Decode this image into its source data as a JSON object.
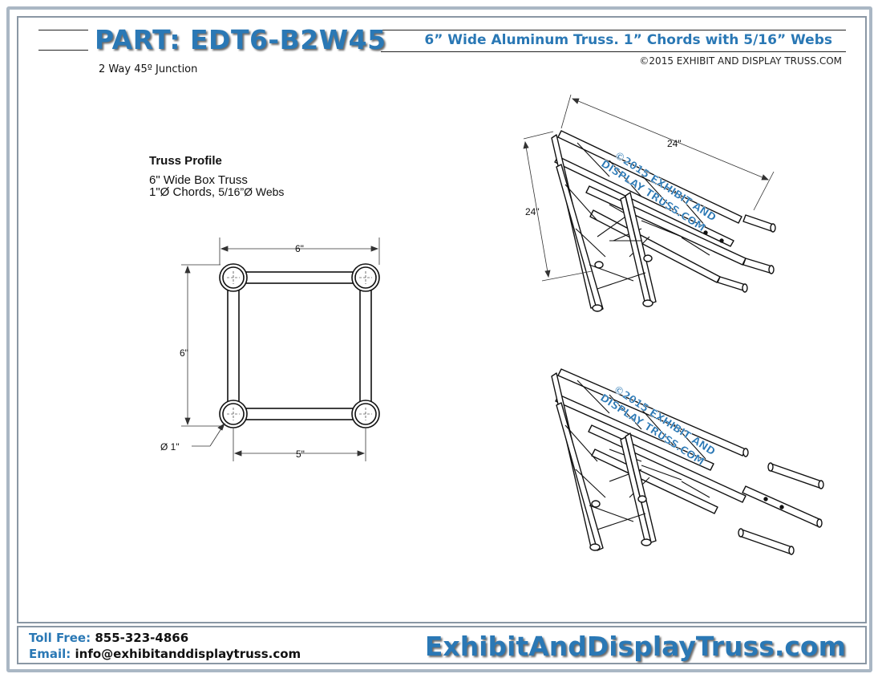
{
  "header": {
    "part_title": "PART: EDT6-B2W45",
    "subtitle": "6” Wide Aluminum Truss. 1” Chords with 5/16” Webs",
    "copyright": "©2015 EXHIBIT AND DISPLAY TRUSS.COM",
    "description": "2 Way 45º Junction"
  },
  "profile": {
    "title": "Truss Profile",
    "line1": "6\" Wide Box Truss",
    "line2_a": "1\"Ø Chords, ",
    "line2_b": "5/16”Ø Webs",
    "dim_top": "6\"",
    "dim_left": "6\"",
    "dim_bottom": "5\"",
    "dim_diameter": "Ø 1\""
  },
  "iso_view": {
    "dim_length": "24\"",
    "dim_height": "24\""
  },
  "watermark": {
    "line1": "©2015 EXHIBIT AND",
    "line2": "DISPLAY TRUSS.COM"
  },
  "footer": {
    "tollfree_label": "Toll Free:",
    "tollfree_value": "855-323-4866",
    "email_label": "Email:",
    "email_value": "info@exhibitanddisplaytruss.com",
    "brand": "ExhibitAndDisplayTruss.com"
  },
  "colors": {
    "brand_blue": "#2a78b5",
    "frame_gray": "#aab7c4"
  }
}
